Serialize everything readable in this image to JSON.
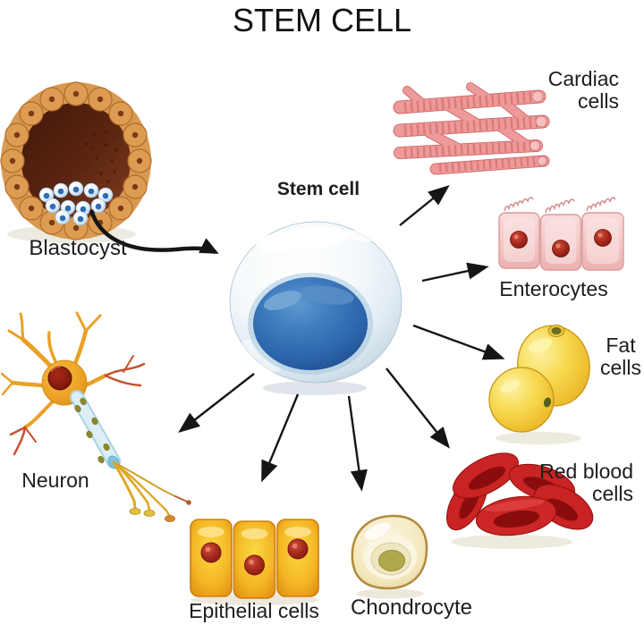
{
  "title": "STEM CELL",
  "stem_cell": {
    "label": "Stem cell"
  },
  "blastocyst": {
    "label": "Blastocyst"
  },
  "derived": {
    "cardiac": {
      "line1": "Cardiac",
      "line2": "cells"
    },
    "enterocytes": {
      "label": "Enterocytes"
    },
    "fat": {
      "line1": "Fat",
      "line2": "cells"
    },
    "red_blood": {
      "line1": "Red blood",
      "line2": "cells"
    },
    "chondrocyte": {
      "label": "Chondrocyte"
    },
    "epithelial": {
      "label": "Epithelial cells"
    },
    "neuron": {
      "label": "Neuron"
    }
  },
  "colors": {
    "background": "#ffffff",
    "text": "#1d1d1d",
    "arrow": "#151515",
    "stem_cell_membrane": "#dce9f2",
    "stem_cell_nucleus": "#2f6bb0",
    "blastocyst_shell": "#de9c52",
    "blastocyst_interior": "#5a2410",
    "inner_cell_mass": "#dceaf6",
    "cardiac_fiber": "#ee9a9a",
    "enterocyte": "#f6cfcf",
    "fat_cell": "#f2ca3a",
    "red_blood_cell": "#c92323",
    "chondrocyte": "#f3e9c6",
    "epithelial_cell": "#f2a81e",
    "neuron_body": "#e9a125",
    "axon_myelin": "#d9edf5"
  }
}
